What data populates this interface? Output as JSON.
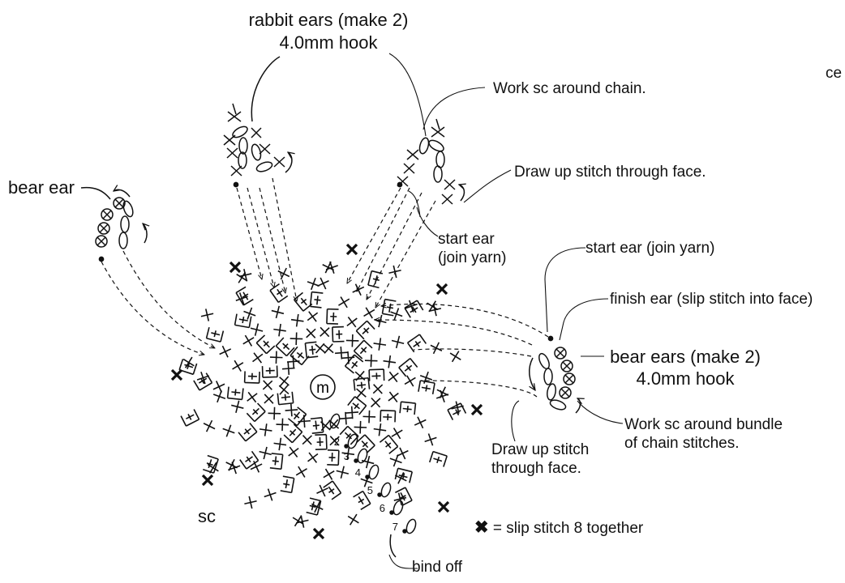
{
  "labels": {
    "rabbit_ears_title": "rabbit ears (make 2)",
    "rabbit_hook": "4.0mm hook",
    "edge_text": "ce",
    "work_sc_chain": "Work sc around chain.",
    "draw_up_face_1": "Draw up stitch through face.",
    "bear_ear": "bear ear",
    "start_ear_line1": "start ear",
    "start_ear_line2": "(join yarn)",
    "start_ear_join": "start ear (join yarn)",
    "finish_ear": "finish ear (slip stitch into face)",
    "bear_ears_title": "bear ears (make 2)",
    "bear_hook": "4.0mm hook",
    "work_sc_bundle_1": "Work sc around bundle",
    "work_sc_bundle_2": "of chain stitches.",
    "draw_up_face_2a": "Draw up stitch",
    "draw_up_face_2b": "through face.",
    "sc": "sc",
    "legend_text": "= slip stitch 8 together",
    "bind_off": "bind off",
    "magic_ring": "m",
    "round_numbers": [
      "2",
      "3",
      "4",
      "5",
      "6",
      "7"
    ]
  },
  "symbols": {
    "single_crochet": "×",
    "slip_stitch_8_together": "✖"
  }
}
